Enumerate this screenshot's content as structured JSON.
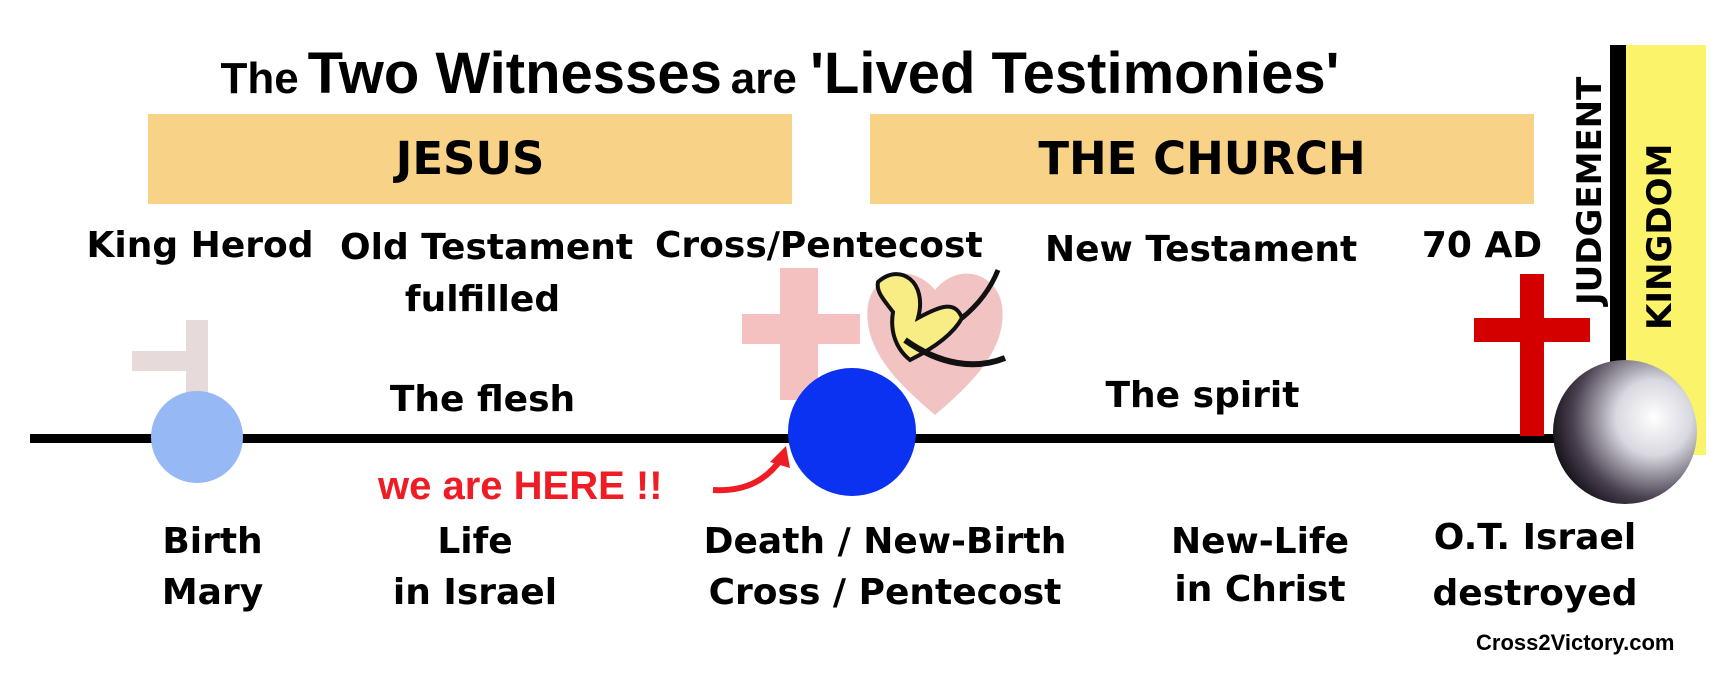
{
  "title": {
    "w1": "The",
    "w2": "Two Witnesses",
    "w3": "are",
    "w4": "'Lived Testimonies'"
  },
  "bands": {
    "left": "JESUS",
    "right": "THE CHURCH"
  },
  "vertical": {
    "judgement": "JUDGEMENT",
    "kingdom": "KINGDOM"
  },
  "top_labels": {
    "herod": "King Herod",
    "ot1": "Old Testament",
    "ot2": "fulfilled",
    "cross": "Cross/Pentecost",
    "nt": "New Testament",
    "ad70": "70 AD"
  },
  "mid_labels": {
    "flesh": "The flesh",
    "spirit": "The spirit"
  },
  "here": "we are HERE !!",
  "bottom_labels": {
    "birth": "Birth",
    "mary": "Mary",
    "life": "Life",
    "israel": "in Israel",
    "death": "Death / New-Birth",
    "crosspent": "Cross / Pentecost",
    "newlife": "New-Life",
    "inchrist": "in Christ",
    "otisrael": "O.T. Israel",
    "destroyed": "destroyed"
  },
  "site": "Cross2Victory.com",
  "colors": {
    "band": "#f8d286",
    "red": "#ee1c24",
    "cross_red": "#d40000",
    "cross_pink": "#f4c0c0",
    "heart": "#f2c3c3",
    "dot_light": "#96b8f4",
    "dot_blue": "#0a32f0",
    "kingdom": "#fbf46a"
  }
}
